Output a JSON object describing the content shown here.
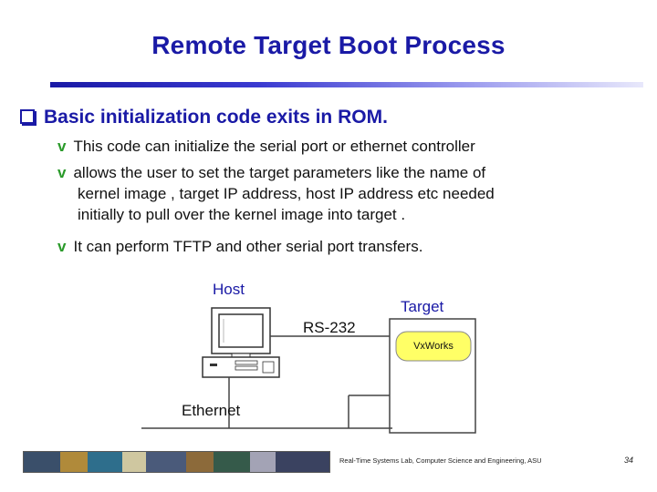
{
  "slide": {
    "title": "Remote Target Boot Process",
    "main_bullet": "Basic initialization code exits in ROM.",
    "sub_bullets": [
      {
        "mark": "v",
        "text": "This code can initialize the serial port or ethernet controller"
      },
      {
        "mark": "v",
        "text_line1": "allows the user to set the target parameters like the name of",
        "text_line2": "kernel image , target IP address, host IP address etc needed",
        "text_line3": "initially to pull over the kernel image into target ."
      },
      {
        "mark": "v",
        "text": "It can perform TFTP and other serial port transfers."
      }
    ]
  },
  "diagram": {
    "host_label": "Host",
    "target_label": "Target",
    "serial_label": "RS-232",
    "network_label": "Ethernet",
    "rtos_label": "VxWorks",
    "colors": {
      "label_blue": "#1a1aa6",
      "rtos_fill": "#ffff66"
    }
  },
  "footer": {
    "text": "Real-Time Systems Lab, Computer Science and Engineering, ASU",
    "page_number": "34"
  },
  "colors": {
    "title": "#1a1aa6",
    "bullet_mark": "#2a9a2a",
    "body_text": "#111111"
  }
}
